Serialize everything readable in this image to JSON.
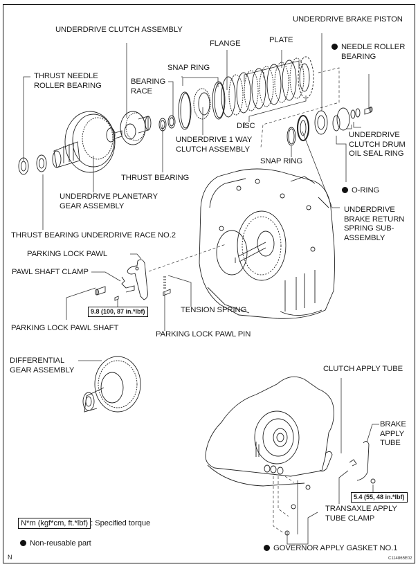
{
  "diagram": {
    "labels": {
      "underdrive_clutch_assembly": "UNDERDRIVE CLUTCH ASSEMBLY",
      "underdrive_brake_piston": "UNDERDRIVE BRAKE PISTON",
      "flange": "FLANGE",
      "plate": "PLATE",
      "needle_roller_bearing": "NEEDLE ROLLER BEARING",
      "needle_roller_bearing_l1": "NEEDLE ROLLER",
      "needle_roller_bearing_l2": "BEARING",
      "snap_ring_top": "SNAP RING",
      "bearing_race_l1": "BEARING",
      "bearing_race_l2": "RACE",
      "thrust_needle_roller_bearing_l1": "THRUST NEEDLE",
      "thrust_needle_roller_bearing_l2": "ROLLER BEARING",
      "disc": "DISC",
      "underdrive_1_way_clutch_l1": "UNDERDRIVE 1 WAY",
      "underdrive_1_way_clutch_l2": "CLUTCH ASSEMBLY",
      "thrust_bearing": "THRUST BEARING",
      "snap_ring_right": "SNAP RING",
      "underdrive_clutch_drum_oil_seal_ring_l1": "UNDERDRIVE",
      "underdrive_clutch_drum_oil_seal_ring_l2": "CLUTCH DRUM",
      "underdrive_clutch_drum_oil_seal_ring_l3": "OIL SEAL RING",
      "underdrive_planetary_l1": "UNDERDRIVE PLANETARY",
      "underdrive_planetary_l2": "GEAR ASSEMBLY",
      "o_ring": "O-RING",
      "thrust_bearing_underdrive_race": "THRUST BEARING UNDERDRIVE RACE NO.2",
      "brake_return_spring_l1": "UNDERDRIVE",
      "brake_return_spring_l2": "BRAKE RETURN",
      "brake_return_spring_l3": "SPRING SUB-",
      "brake_return_spring_l4": "ASSEMBLY",
      "parking_lock_pawl": "PARKING LOCK PAWL",
      "pawl_shaft_clamp": "PAWL SHAFT CLAMP",
      "tension_spring": "TENSION SPRING",
      "parking_lock_pawl_shaft": "PARKING LOCK PAWL SHAFT",
      "parking_lock_pawl_pin": "PARKING LOCK PAWL PIN",
      "differential_l1": "DIFFERENTIAL",
      "differential_l2": "GEAR ASSEMBLY",
      "clutch_apply_tube": "CLUTCH APPLY TUBE",
      "brake_apply_tube_l1": "BRAKE",
      "brake_apply_tube_l2": "APPLY",
      "brake_apply_tube_l3": "TUBE",
      "transaxle_apply_tube_clamp_l1": "TRANSAXLE APPLY",
      "transaxle_apply_tube_clamp_l2": "TUBE CLAMP",
      "governor_apply_gasket": "GOVERNOR APPLY GASKET NO.1"
    },
    "torques": {
      "pawl_shaft_clamp_bolt": "9.8 (100, 87 in.*lbf)",
      "tube_clamp_bolt": "5.4 (55, 48 in.*lbf)"
    },
    "legend": {
      "torque_units": "N*m (kgf*cm, ft.*lbf)",
      "torque_desc": ": Specified torque",
      "non_reusable": "Non-reusable part"
    },
    "footer": {
      "orientation_mark": "N",
      "figure_code": "C114865E02"
    },
    "non_reusable_parts": [
      "NEEDLE ROLLER BEARING",
      "O-RING",
      "GOVERNOR APPLY GASKET NO.1"
    ]
  }
}
